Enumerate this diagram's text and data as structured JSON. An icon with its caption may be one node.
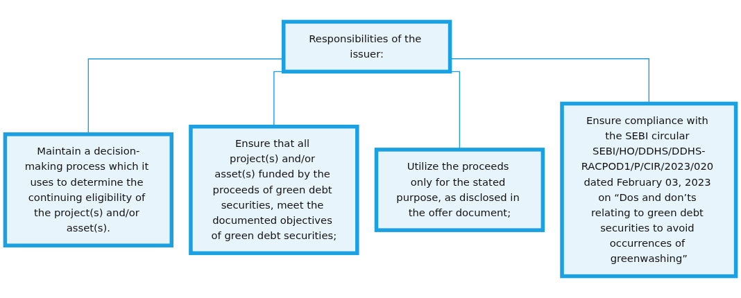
{
  "diagram": {
    "nodes": [
      {
        "text": [
          "Responsibilities of the issuer:"
        ]
      },
      {
        "text": [
          "Maintain a decision-making process which it uses to determine the continuing eligibility of the project(s) and/or asset(s)."
        ]
      },
      {
        "text": [
          "Ensure that all project(s) and/or asset(s) funded by the proceeds of green debt securities, meet the documented objectives of green debt securities;"
        ]
      },
      {
        "text": [
          "Utilize the proceeds only for the stated purpose, as disclosed in the offer document;"
        ]
      },
      {
        "text": [
          "Ensure compliance with the SEBI circular SEBI/HO/DDHS/DDHS-RACPOD1/P/CIR/2023/020 dated February 03, 2023 on “Dos and don’ts relating to green debt securities to avoid occurrences of greenwashing”"
        ]
      }
    ],
    "edges": [
      {
        "from": 0,
        "to": 1,
        "arrow": "none"
      },
      {
        "from": 0,
        "to": 2,
        "arrow": "none"
      },
      {
        "from": 0,
        "to": 3,
        "arrow": "none"
      },
      {
        "from": 0,
        "to": 4,
        "arrow": "none"
      }
    ]
  }
}
